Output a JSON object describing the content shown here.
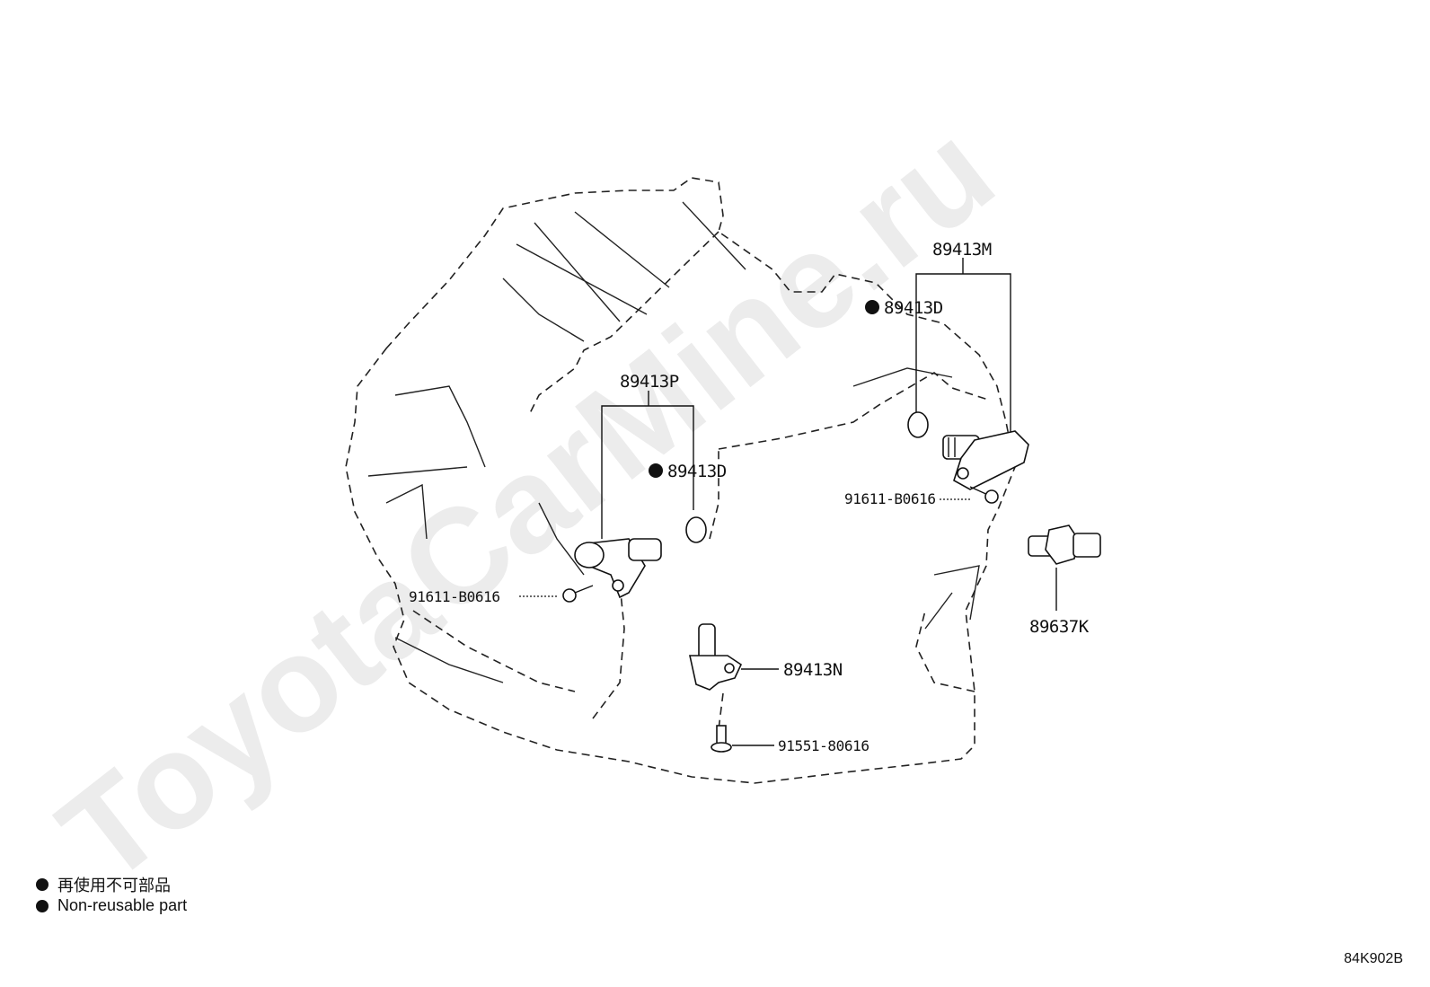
{
  "watermark": "ToyotaCarMine.ru",
  "parts": {
    "p_89413M": "89413M",
    "p_89413D_right": "89413D",
    "p_89413P": "89413P",
    "p_89413D_left": "89413D",
    "p_91611_right": "91611-B0616",
    "p_91611_left": "91611-B0616",
    "p_89637K": "89637K",
    "p_89413N": "89413N",
    "p_91551": "91551-80616"
  },
  "legend": {
    "japanese": "再使用不可部品",
    "english": "Non-reusable part"
  },
  "diagram_code": "84K902B"
}
